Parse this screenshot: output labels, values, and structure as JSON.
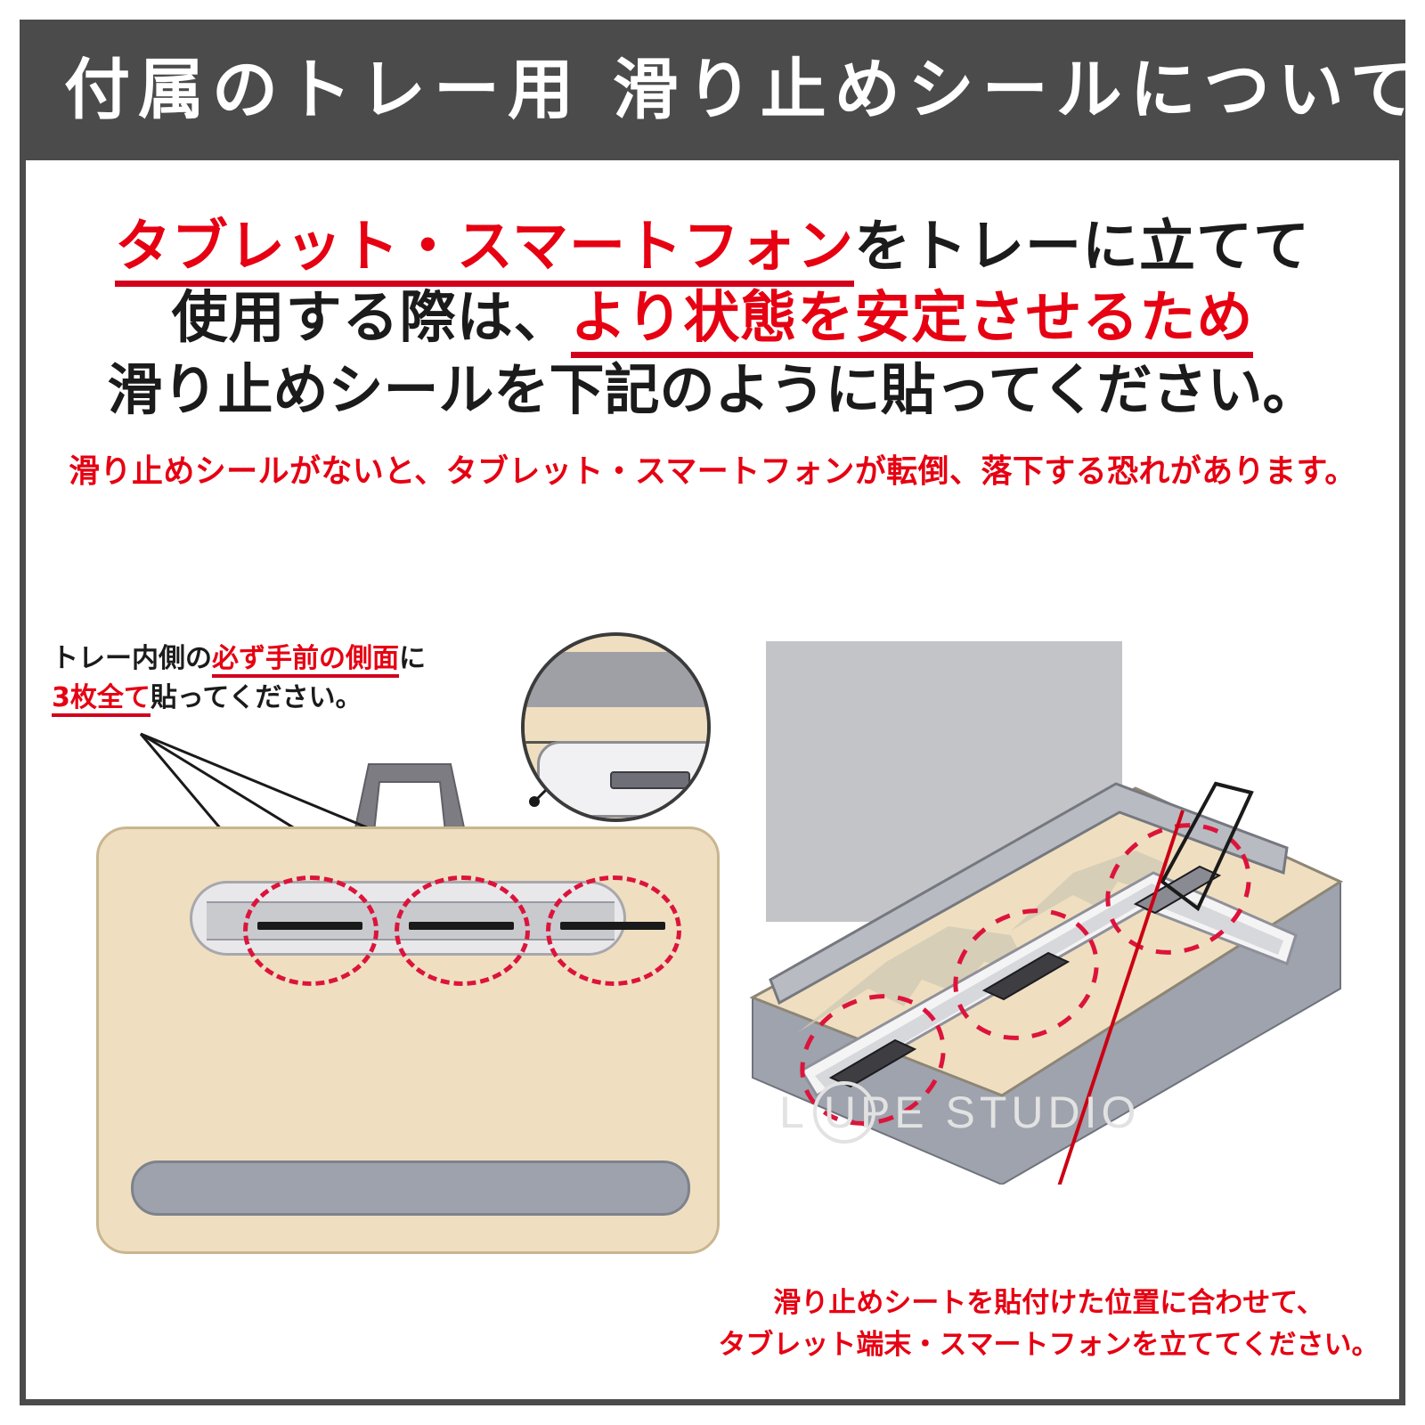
{
  "header": {
    "title": "付属のトレー用 滑り止めシールについて"
  },
  "instructions": {
    "line1_red": "タブレット・スマートフォン",
    "line1_black": "をトレーに立てて",
    "line2_black": "使用する際は、",
    "line2_red": "より状態を安定させるため",
    "line3": "滑り止めシールを下記のように貼ってください。",
    "warning": "滑り止めシールがないと、タブレット・スマートフォンが転倒、落下する恐れがあります。"
  },
  "left_figure": {
    "note_a_black1": "トレー内側の",
    "note_a_red": "必ず手前の側面",
    "note_a_black2": "に",
    "note_b_red": "3枚全て",
    "note_b_black": "貼ってください。",
    "sticker_count": 3
  },
  "right_figure": {
    "watermark": "L     UPE STUDIO",
    "caption_line1": "滑り止めシートを貼付けた位置に合わせて、",
    "caption_line2": "タブレット端末・スマートフォンを立ててください。"
  },
  "colors": {
    "header_bg": "#4b4b4b",
    "accent_red": "#e60012",
    "underline_red": "#d2001c",
    "tray_beige": "#efdfc0",
    "slot_gray": "#c9cace",
    "bar_gray": "#9da2ac",
    "dashed_circle": "#dc143c",
    "text_black": "#1b1b1b"
  }
}
